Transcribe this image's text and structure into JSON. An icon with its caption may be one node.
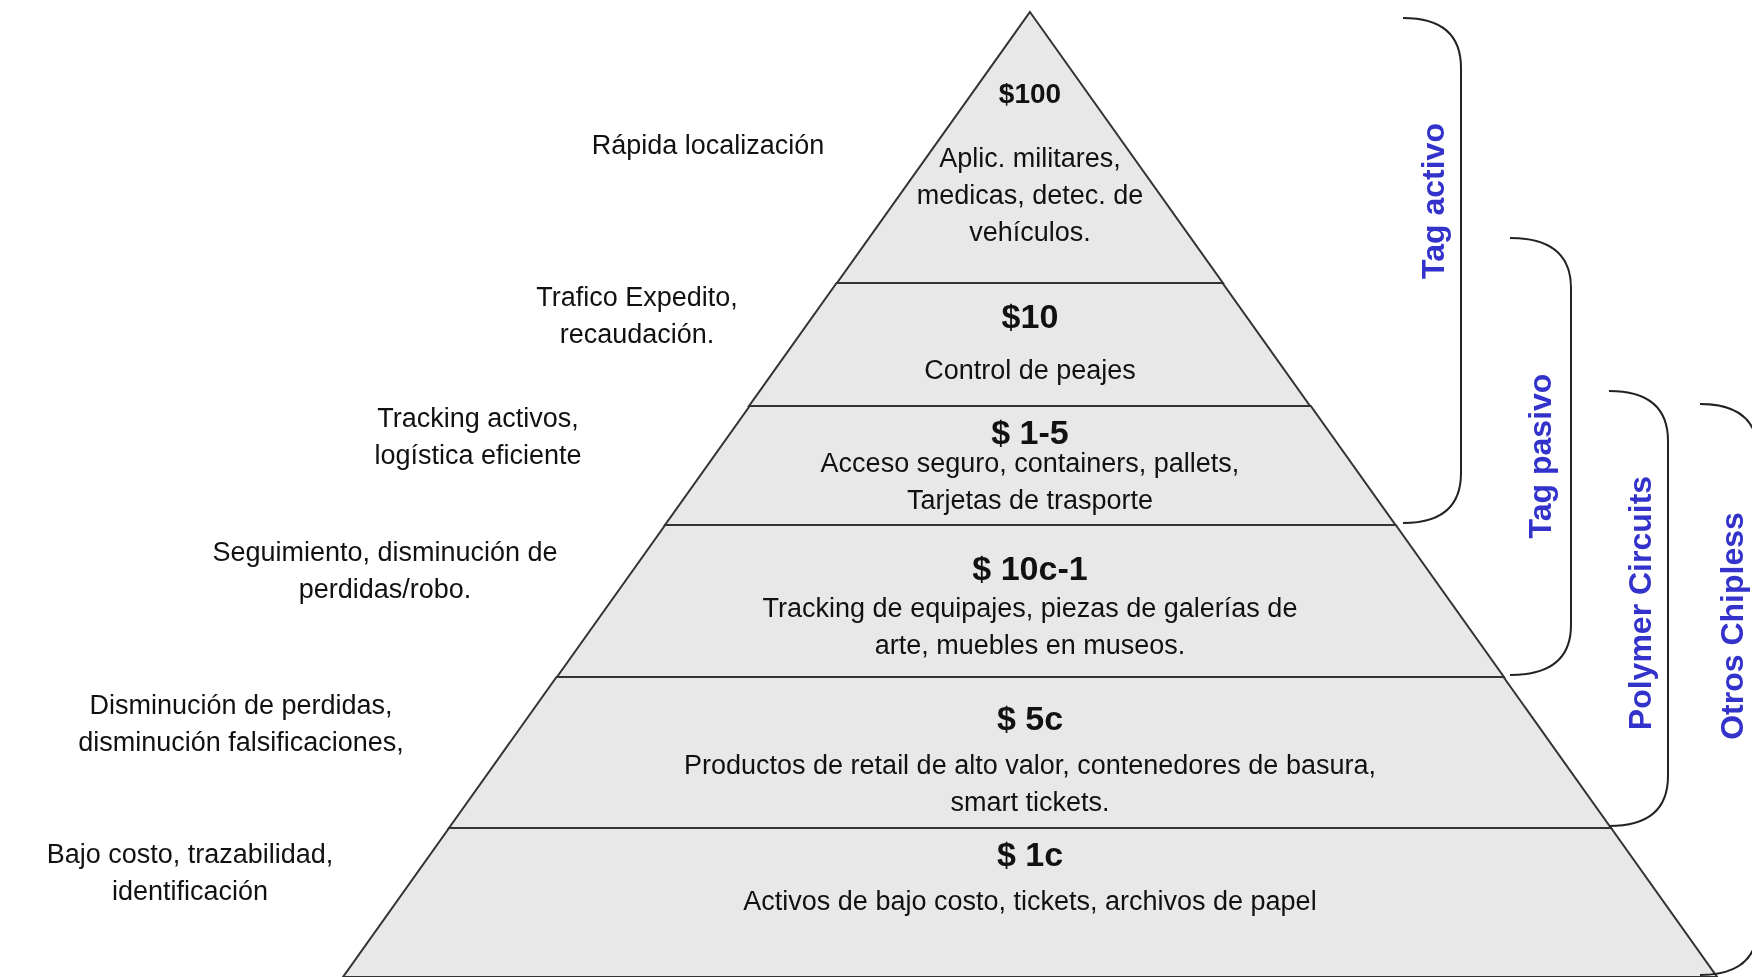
{
  "diagram": {
    "nodes": [
      {
        "text": [
          "$100",
          "Aplic. militares, medicas, detec. de vehículos."
        ],
        "beside": [
          "Rápida localización"
        ]
      },
      {
        "text": [
          "$10",
          "Control de peajes"
        ],
        "beside": [
          "Trafico Expedito, recaudación."
        ]
      },
      {
        "text": [
          "$ 1-5",
          "Acceso seguro, containers, pallets, Tarjetas de trasporte"
        ],
        "beside": [
          "Tracking activos, logística eficiente"
        ]
      },
      {
        "text": [
          "$ 10c-1",
          "Tracking de equipajes, piezas de galerías de arte, muebles en museos."
        ],
        "beside": [
          "Seguimiento, disminución de perdidas/robo."
        ]
      },
      {
        "text": [
          "$ 5c",
          "Productos de retail de alto valor, contenedores de basura, smart tickets."
        ],
        "beside": [
          "Disminución de perdidas, disminución falsificaciones,"
        ]
      },
      {
        "text": [
          "$ 1c",
          "Activos de bajo costo, tickets, archivos de papel"
        ],
        "beside": [
          "Bajo costo,  trazabilidad, identificación"
        ]
      }
    ],
    "labels": [
      "Tag activo",
      "Tag pasivo",
      "Polymer Circuits",
      "Otros Chipless"
    ]
  }
}
